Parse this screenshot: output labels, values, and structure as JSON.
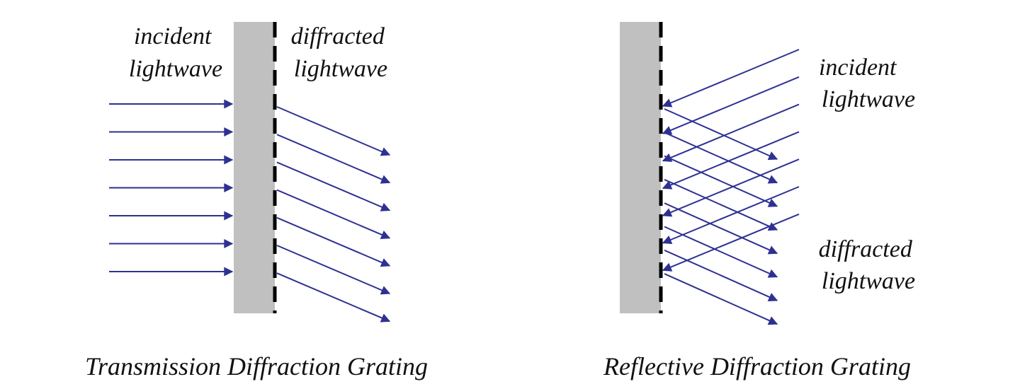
{
  "colors": {
    "background": "#ffffff",
    "grating_body": "#c0c0c0",
    "slits": "#000000",
    "rays": "#2e3192",
    "text": "#111111"
  },
  "transmission": {
    "incident_label_line1": "incident",
    "incident_label_line2": "lightwave",
    "diffracted_label_line1": "diffracted",
    "diffracted_label_line2": "lightwave",
    "caption": "Transmission Diffraction Grating",
    "incident_ray_count": 7,
    "diffracted_ray_count": 7
  },
  "reflective": {
    "incident_label_line1": "incident",
    "incident_label_line2": "lightwave",
    "diffracted_label_line1": "diffracted",
    "diffracted_label_line2": "lightwave",
    "caption": "Reflective Diffraction Grating",
    "incident_ray_count": 7,
    "diffracted_ray_count": 8
  }
}
